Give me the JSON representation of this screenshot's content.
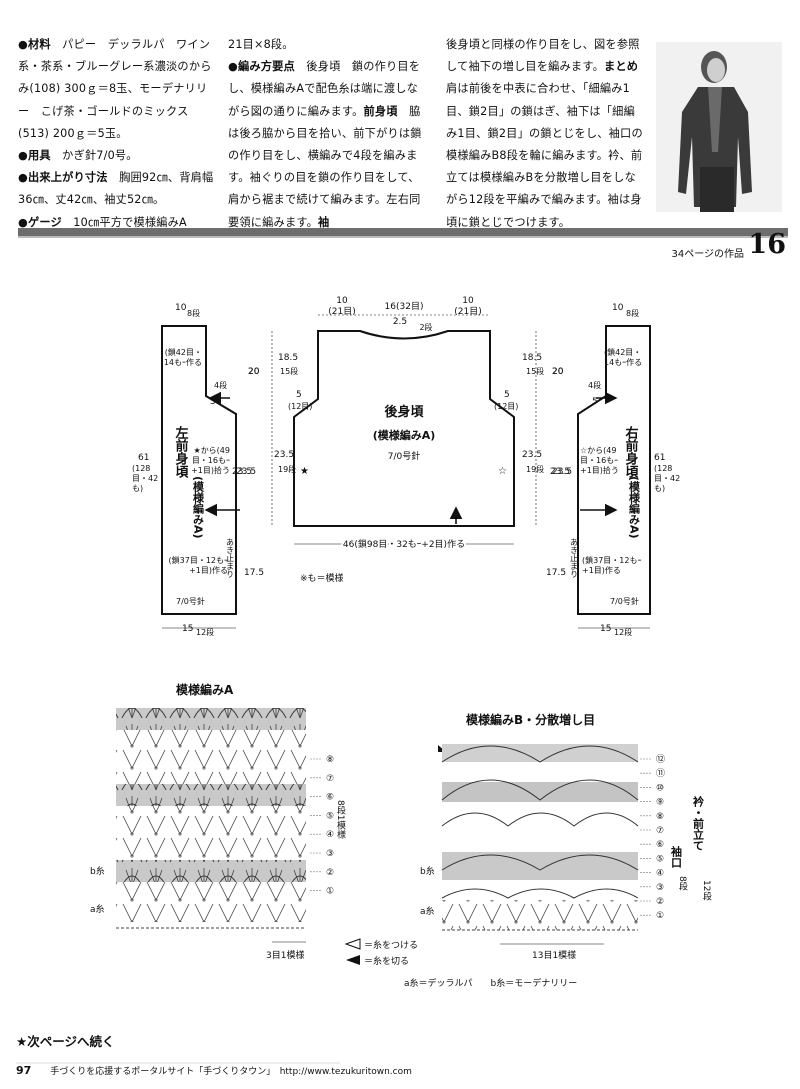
{
  "col1": {
    "materials_label": "●材料",
    "materials_text": "パピー　デッラルパ　ワイン系・茶系・ブルーグレー系濃淡のからみ(108) 300ｇ＝8玉、モーデナリリー　こげ茶・ゴールドのミックス(513) 200ｇ＝5玉。",
    "tools_label": "●用具",
    "tools_text": "かぎ針7/0号。",
    "size_label": "●出来上がり寸法",
    "size_text": "胸囲92㎝、背肩幅36㎝、丈42㎝、袖丈52㎝。",
    "gauge_label": "●ゲージ",
    "gauge_text": "10㎝平方で模様編みA"
  },
  "col2": {
    "gauge_cont": "21目×8段。",
    "method_label": "●編み方要点",
    "method_text_a": "後身頃　鎖の作り目をし、模様編みAで配色糸は端に渡しながら図の通りに編みます。",
    "method_front": "前身頃",
    "method_text_b": "脇は後ろ脇から目を拾い、前下がりは鎖の作り目をし、横編みで4段を編みます。袖ぐりの目を鎖の作り目をして、肩から裾まで続けて編みます。左右同要領に編みます。",
    "method_sleeve": "袖"
  },
  "col3": {
    "text_a": "後身頃と同様の作り目をし、図を参照して袖下の増し目を編みます。",
    "finish_label": "まとめ",
    "text_b": "肩は前後を中表に合わせ、「細編み1目、鎖2目」の鎖はぎ、袖下は「細編み1目、鎖2目」の鎖とじをし、袖口の模様編みB8段を輪に編みます。衿、前立ては模様編みBを分散増し目をしながら12段を平編みで編みます。袖は身頃に鎖とじでつけます。"
  },
  "header": {
    "page_ref": "34ページの作品",
    "number": "16"
  },
  "back": {
    "title": "後身頃",
    "pattern": "(模様編みA)",
    "needle": "7/0号針",
    "top_left": "10",
    "top_left_sub": "(21目)",
    "top_mid": "16(32目)",
    "top_right": "10",
    "top_right_sub": "(21目)",
    "neck": "2.5",
    "neck_sub": "2段",
    "armhole_top": "18.5",
    "armhole_top_sub": "15段",
    "total_h": "20",
    "shoulder_drop": "5",
    "shoulder_drop_sub": "(12目)",
    "side": "23.5",
    "side_sub": "19段",
    "total_w": "46(鎖98目・32もｰ+2目)作る",
    "pattern_note": "※も＝模様"
  },
  "left_front": {
    "title": "左前身頃",
    "pattern": "(模様編みA)",
    "top": "10",
    "top_sub": "8段",
    "chain_top": "(鎖42目・14もｰ作る",
    "row4": "4段",
    "row5": "5",
    "height": "61",
    "height_sub": "(128目・42も)",
    "pick": "★から(49目・16もｰ+1目)拾う",
    "total_h": "20",
    "side": "23.5",
    "opening": "あき止まり",
    "chain_bottom": "(鎖37目・12もｰ+1目)作る",
    "bottom_h": "17.5",
    "needle": "7/0号針",
    "bottom": "15",
    "bottom_sub": "12段"
  },
  "right_front": {
    "title": "右前身頃",
    "pattern": "(模様編みA)",
    "top": "10",
    "top_sub": "8段",
    "chain_top": "(鎖42目・14もｰ作る",
    "row4": "4段",
    "row5": "5",
    "height": "61",
    "height_sub": "(128目・42も)",
    "pick": "☆から(49目・16もｰ+1目)拾う",
    "total_h": "20",
    "side": "23.5",
    "opening": "あき止まり",
    "chain_bottom": "(鎖37目・12もｰ+1目)作る",
    "bottom_h": "17.5",
    "needle": "7/0号針",
    "bottom": "15",
    "bottom_sub": "12段"
  },
  "chartA": {
    "title": "模様編みA",
    "repeat": "3目1模様",
    "rows_label": "8段1模様",
    "b_yarn": "b糸",
    "a_yarn": "a糸",
    "rows": [
      "⑧",
      "⑦",
      "⑥",
      "⑤",
      "④",
      "③",
      "②",
      "①"
    ]
  },
  "chartB": {
    "title": "模様編みB・分散増し目",
    "repeat": "13目1模様",
    "collar": "衿・前立て",
    "collar_rows": "12段",
    "cuff": "袖口",
    "cuff_rows": "8段",
    "b_yarn": "b糸",
    "a_yarn": "a糸",
    "rows": [
      "⑫",
      "⑪",
      "⑩",
      "⑨",
      "⑧",
      "⑦",
      "⑥",
      "⑤",
      "④",
      "③",
      "②",
      "①"
    ]
  },
  "legend": {
    "attach": "＝糸をつける",
    "cut": "＝糸を切る",
    "yarns": "a糸＝デッラルパ　　b糸＝モーデナリリー"
  },
  "footer": {
    "continue": "★次ページへ続く",
    "page": "97",
    "site": "手づくりを応援するポータルサイト「手づくりタウン」　http://www.tezukuritown.com"
  }
}
